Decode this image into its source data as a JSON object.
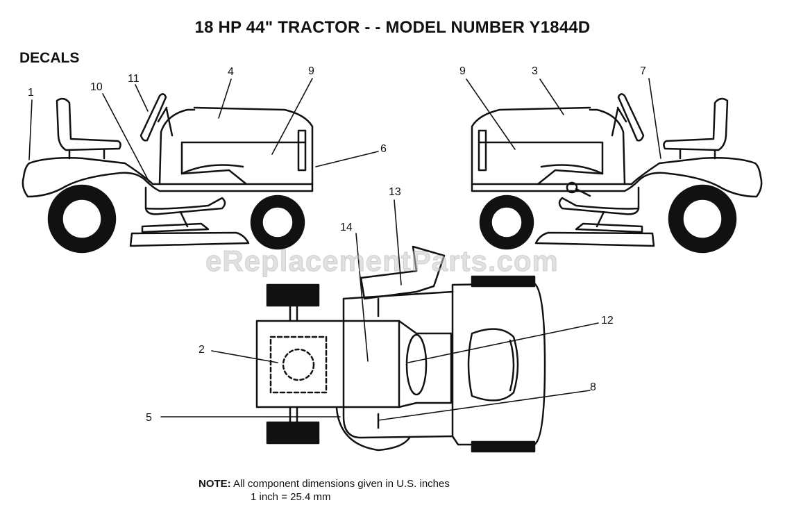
{
  "title": "18 HP 44\" TRACTOR - - MODEL NUMBER Y1844D",
  "section_label": "DECALS",
  "watermark": "eReplacementParts.com",
  "note": {
    "label": "NOTE:",
    "line1": "All component dimensions given in U.S. inches",
    "line2": "1 inch = 25.4 mm"
  },
  "callouts": {
    "c1": "1",
    "c2": "2",
    "c3": "3",
    "c4": "4",
    "c5": "5",
    "c6": "6",
    "c7": "7",
    "c8": "8",
    "c9a": "9",
    "c9b": "9",
    "c10": "10",
    "c11": "11",
    "c12": "12",
    "c13": "13",
    "c14": "14"
  }
}
